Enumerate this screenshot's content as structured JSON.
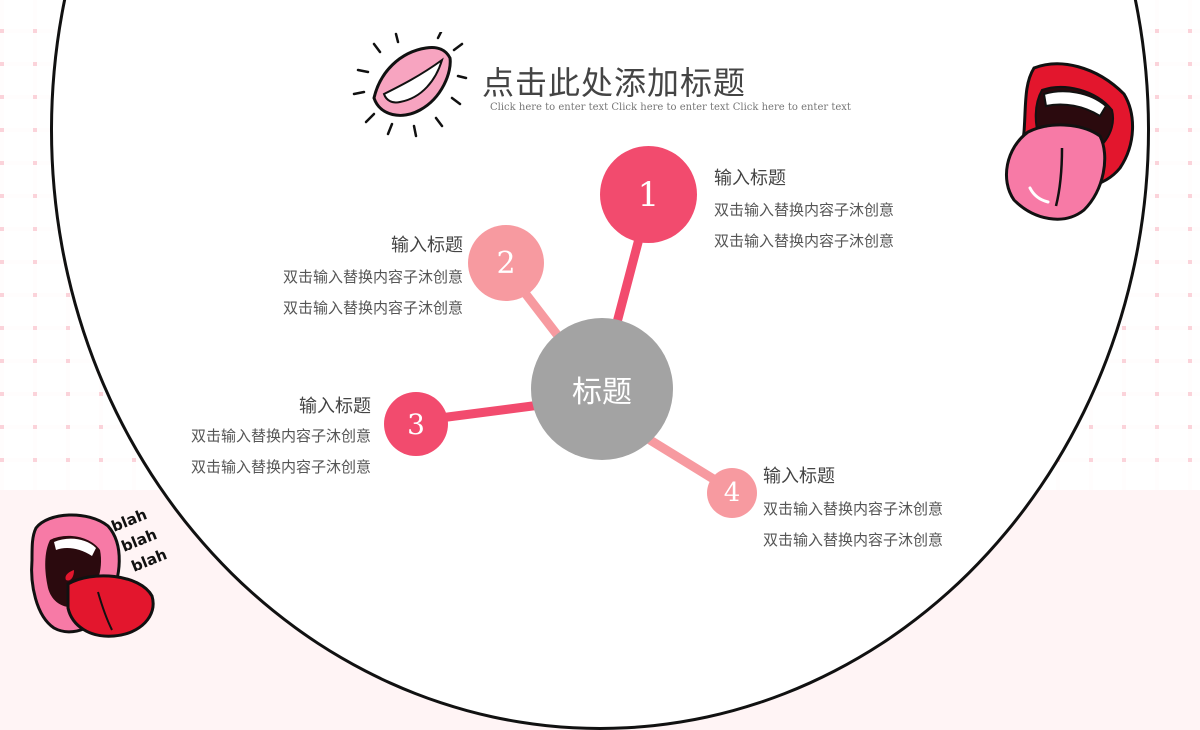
{
  "slide": {
    "title": "点击此处添加标题",
    "subtitle": "Click here to enter text    Click here to enter text    Click here to enter text"
  },
  "center": {
    "label": "标题"
  },
  "nodes": [
    {
      "number": "1",
      "heading": "输入标题",
      "line1": "双击输入替换内容子沐创意",
      "line2": "双击输入替换内容子沐创意",
      "color": "#f24b6e"
    },
    {
      "number": "2",
      "heading": "输入标题",
      "line1": "双击输入替换内容子沐创意",
      "line2": "双击输入替换内容子沐创意",
      "color": "#f79aa0"
    },
    {
      "number": "3",
      "heading": "输入标题",
      "line1": "双击输入替换内容子沐创意",
      "line2": "双击输入替换内容子沐创意",
      "color": "#f24b6e"
    },
    {
      "number": "4",
      "heading": "输入标题",
      "line1": "双击输入替换内容子沐创意",
      "line2": "双击输入替换内容子沐创意",
      "color": "#f79aa0"
    }
  ],
  "sticker": {
    "text": [
      "blah",
      "blah",
      "blah"
    ]
  },
  "colors": {
    "accent": "#f24b6e",
    "soft": "#f79aa0",
    "center": "#a3a3a3",
    "background": "#fbd3da"
  }
}
